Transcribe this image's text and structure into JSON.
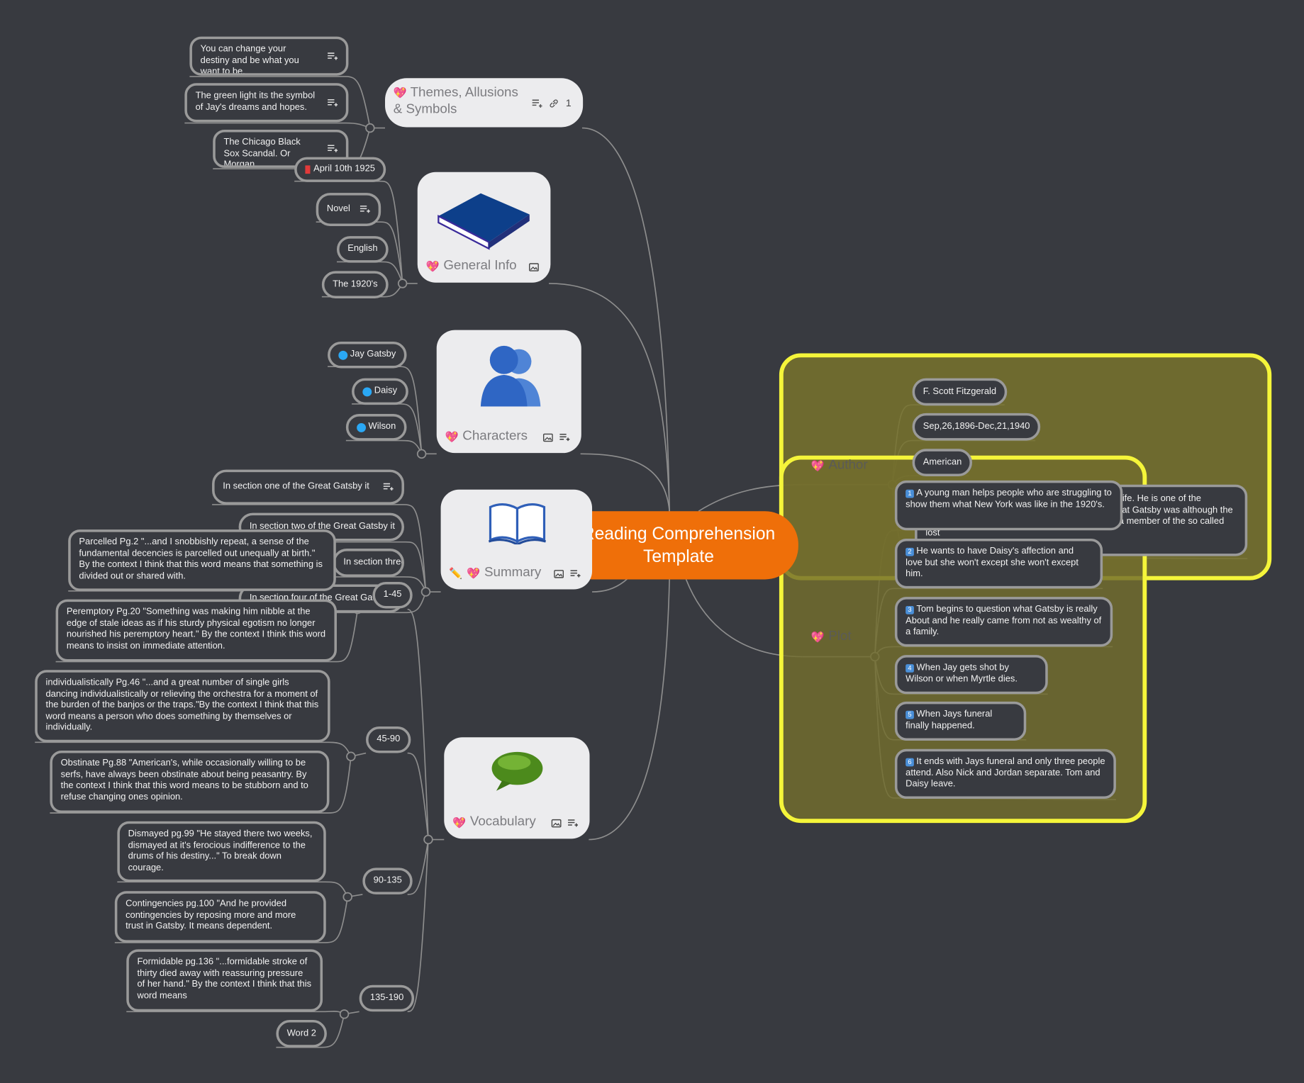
{
  "central": {
    "title_line1": "Reading Comprehension",
    "title_line2": "Template"
  },
  "themes": {
    "label": "Themes, Allusions & Symbols",
    "link_count": "1",
    "items": [
      "You can change your destiny and be what you want to be.",
      "The green light its the symbol of Jay's dreams and hopes.",
      "The Chicago Black Sox Scandal. Or Morgan"
    ]
  },
  "general_info": {
    "label": "General Info",
    "items": [
      "April 10th 1925",
      "Novel",
      "English",
      "The 1920's"
    ]
  },
  "characters": {
    "label": "Characters",
    "items": [
      "Jay Gatsby",
      "Daisy",
      "Wilson"
    ]
  },
  "summary": {
    "label": "Summary",
    "items": [
      "In section one of the Great Gatsby it",
      "In section two of the Great Gatsby it",
      "In section three of the Great Gatsby it",
      "In section four of the Great Gatsby it"
    ]
  },
  "vocabulary": {
    "label": "Vocabulary",
    "groups": [
      {
        "range": "1-45",
        "words": [
          "Parcelled Pg.2 \"...and I snobbishly repeat, a sense of the fundamental decencies is parcelled out unequally at birth.\" By the context I think that this word means that something is divided out or shared with.",
          "Peremptory Pg.20 \"Something was making him nibble at the edge of stale ideas as if his sturdy physical egotism no longer nourished his peremptory heart.\" By the context I think this word means to insist on immediate attention."
        ]
      },
      {
        "range": "45-90",
        "words": [
          "individualistically Pg.46 \"...and a great number of single girls dancing individualistically or relieving the orchestra for a moment of the burden of the banjos or the traps.\"By the context I think that this word means a person who does something by themselves or individually.",
          "Obstinate Pg.88 \"American's, while occasionally willing to be serfs, have always been obstinate about being peasantry. By the context I think that this word means to be stubborn and to refuse changing ones opinion."
        ]
      },
      {
        "range": "90-135",
        "words": [
          "Dismayed pg.99 \"He stayed there two weeks, dismayed at it's ferocious indifference to the drums of his destiny...\" To break down courage.",
          "Contingencies pg.100 \"And he provided contingencies by reposing more and more trust in Gatsby. It means dependent."
        ]
      },
      {
        "range": "135-190",
        "words": [
          "Formidable pg.136 \"...formidable stroke of thirty died away with reassuring pressure of her hand.\" By the context I think that this word means",
          "Word 2"
        ]
      }
    ]
  },
  "author": {
    "label": "Author",
    "items": [
      "F. Scott Fitzgerald",
      "Sep,26,1896-Dec,21,1940",
      "American",
      "F. Scott Fitzgerald wrote many books during his life. He is one of the greatest writers during the 20th century. The Great Gatsby was although the best known. F. Scott Fitzgerald was considered a member of the so called lost"
    ]
  },
  "plot": {
    "label": "Plot",
    "items": [
      {
        "num": "1",
        "text": "A young man helps people who are struggling to show them what New York was like in the 1920's."
      },
      {
        "num": "2",
        "text": "He wants to have Daisy's affection and love but she won't except she won't except him."
      },
      {
        "num": "3",
        "text": "Tom begins to question what Gatsby is really About and he really came from not as wealthy of a family."
      },
      {
        "num": "4",
        "text": "When Jay gets shot by Wilson or when Myrtle dies."
      },
      {
        "num": "5",
        "text": "When Jays funeral finally happened."
      },
      {
        "num": "6",
        "text": "It ends with Jays funeral and only three people attend. Also Nick and Jordan separate. Tom and Daisy leave."
      }
    ]
  },
  "colors": {
    "background": "#383a40",
    "central": "#ef6f09",
    "frame": "#f5f53a",
    "frame_fill": "#6e6a38",
    "line": "#8e8e8e"
  }
}
